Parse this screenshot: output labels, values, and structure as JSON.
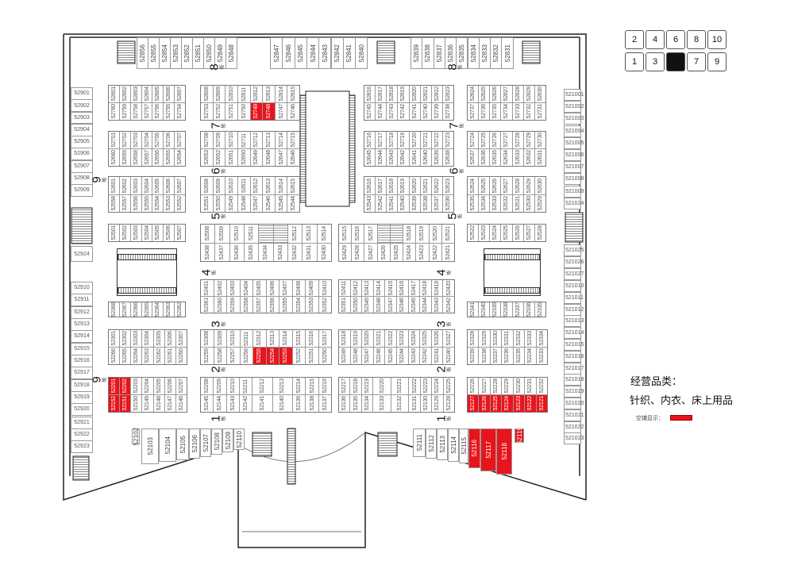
{
  "floor_selector": {
    "top": [
      "2",
      "4",
      "6",
      "8",
      "10"
    ],
    "bottom": [
      "1",
      "3",
      "5",
      "7",
      "9"
    ],
    "current": "5"
  },
  "street_suffix": "街",
  "streets": [
    "8",
    "7",
    "6",
    "5",
    "4",
    "3",
    "2",
    "1",
    "9"
  ],
  "legend": {
    "category_title": "经营品类：",
    "category": "针织、内衣、床上用品",
    "vacant_label": "空铺显示：",
    "vacant_color": "#e8141b"
  },
  "top_row": {
    "a": [
      "52856",
      "52855",
      "52854",
      "52853",
      "52852",
      "52851",
      "52850",
      "52849",
      "52848"
    ],
    "b": [
      "52847",
      "52846",
      "52845",
      "52844",
      "52843",
      "52842",
      "52841",
      "52840"
    ],
    "c": [
      "52839",
      "52838",
      "52837",
      "52836",
      "52835",
      "52834",
      "52833",
      "52832",
      "52831"
    ]
  },
  "blocks": {
    "A_L": {
      "top": [
        "52801",
        "52802",
        "52803",
        "52804",
        "52805",
        "52806",
        "52807"
      ],
      "bottom": [
        "52760",
        "52759",
        "52758",
        "52757",
        "52756",
        "52755",
        "52754"
      ]
    },
    "A_CL": {
      "top": [
        "52808",
        "52809",
        "52810",
        "52811",
        "52812",
        "52813",
        "52814",
        "52815"
      ],
      "bottom": [
        "52753",
        "52752",
        "52751",
        "52750",
        "52749",
        "52748",
        "52747",
        "52746"
      ]
    },
    "A_CR": {
      "top": [
        "52816",
        "52817",
        "52818",
        "52819",
        "52820",
        "52821",
        "52822",
        "52823"
      ],
      "bottom": [
        "52745",
        "52744",
        "52743",
        "52742",
        "52741",
        "52740",
        "52739",
        "52738"
      ]
    },
    "A_R": {
      "top": [
        "52824",
        "52825",
        "52826",
        "52827",
        "52828",
        "52829",
        "52830"
      ],
      "bottom": [
        "52737",
        "52736",
        "52735",
        "52734",
        "52733",
        "52732",
        "52731"
      ]
    },
    "B_L": {
      "top": [
        "52701",
        "52702",
        "52703",
        "52704",
        "52705",
        "52706",
        "52707"
      ],
      "bottom": [
        "52660",
        "52659",
        "52658",
        "52657",
        "52656",
        "52655",
        "52654"
      ]
    },
    "B_CL": {
      "top": [
        "52708",
        "52709",
        "52710",
        "52711",
        "52712",
        "52713",
        "52714",
        "52715"
      ],
      "bottom": [
        "52653",
        "52652",
        "52651",
        "52650",
        "52649",
        "52648",
        "52647",
        "52646"
      ]
    },
    "B_CR": {
      "top": [
        "52716",
        "52717",
        "52718",
        "52719",
        "52720",
        "52721",
        "52722",
        "52723"
      ],
      "bottom": [
        "52645",
        "52644",
        "52643",
        "52642",
        "52641",
        "52640",
        "52639",
        "52638"
      ]
    },
    "B_R": {
      "top": [
        "52724",
        "52725",
        "52726",
        "52727",
        "52728",
        "52729",
        "52730"
      ],
      "bottom": [
        "52637",
        "52636",
        "52635",
        "52634",
        "52633",
        "52632",
        "52631"
      ]
    },
    "C_L": {
      "top": [
        "52601",
        "52602",
        "52603",
        "52604",
        "52605",
        "52606",
        "52607"
      ],
      "bottom": [
        "52558",
        "52557",
        "52556",
        "52555",
        "52554",
        "52553",
        "52552"
      ]
    },
    "C_CL": {
      "top": [
        "52608",
        "52609",
        "52610",
        "52611",
        "52612",
        "52613",
        "52614",
        "52615"
      ],
      "bottom": [
        "52551",
        "52550",
        "52549",
        "52548",
        "52547",
        "52546",
        "52545",
        "52544"
      ]
    },
    "C_CR": {
      "top": [
        "52616",
        "52617",
        "52618",
        "52619",
        "52620",
        "52621",
        "52622",
        "52623"
      ],
      "bottom": [
        "52543",
        "52542",
        "52541",
        "52540",
        "52539",
        "52538",
        "52537",
        "52536"
      ]
    },
    "C_R": {
      "top": [
        "52624",
        "52625",
        "52626",
        "52627",
        "52628",
        "52629",
        "52630"
      ],
      "bottom": [
        "52535",
        "52534",
        "52533",
        "52532",
        "52531",
        "52530",
        "52529"
      ]
    },
    "D_L": {
      "top": [
        "52501",
        "52502",
        "52503",
        "52504",
        "52505",
        "52506",
        "52507"
      ]
    },
    "D_CL": {
      "top": [
        "52508",
        "52509",
        "52510",
        "52511",
        "",
        "",
        "52512",
        "52513",
        "52514"
      ],
      "bottom": [
        "52438",
        "52437",
        "52436",
        "52435",
        "52434",
        "52433",
        "52432",
        "52431",
        "52430"
      ]
    },
    "D_CR": {
      "top": [
        "52515",
        "52516",
        "52517",
        "",
        "",
        "52518",
        "52519",
        "52520",
        "52521"
      ],
      "bottom": [
        "52429",
        "52428",
        "52427",
        "52426",
        "52425",
        "52424",
        "52423",
        "52422",
        "52421"
      ]
    },
    "D_R": {
      "top": [
        "52522",
        "52523",
        "52524",
        "52525",
        "52526",
        "52527",
        "52528"
      ]
    },
    "E_L": {
      "top": [
        "52368",
        "52367",
        "52366",
        "52365",
        "52364",
        "52363",
        "52362"
      ]
    },
    "E_CL": {
      "top": [
        "52401",
        "52402",
        "52403",
        "52404",
        "52405",
        "52406",
        "52407",
        "52408",
        "52409",
        "52410"
      ],
      "bottom": [
        "52361",
        "52360",
        "52359",
        "52358",
        "52357",
        "52356",
        "52355",
        "52354",
        "52353",
        "52352"
      ]
    },
    "E_CR": {
      "top": [
        "52411",
        "52412",
        "52413",
        "52414",
        "52415",
        "52416",
        "52417",
        "52418",
        "52419",
        "52420"
      ],
      "bottom": [
        "52351",
        "52350",
        "52349",
        "52348",
        "52347",
        "52346",
        "52345",
        "52344",
        "52343",
        "52342"
      ]
    },
    "E_R": {
      "top": [
        "52341",
        "52340",
        "52339",
        "52338",
        "52337",
        "52336",
        "52335"
      ]
    },
    "F_L": {
      "top": [
        "52301",
        "52302",
        "52303",
        "52304",
        "52305",
        "52306",
        "52307"
      ],
      "bottom": [
        "52266",
        "52265",
        "52264",
        "52263",
        "52262",
        "52261",
        "52260"
      ]
    },
    "F_CL": {
      "top": [
        "52308",
        "52309",
        "52310",
        "52311",
        "52312",
        "52313",
        "52314",
        "52315",
        "52316",
        "52317"
      ],
      "bottom": [
        "52259",
        "52258",
        "52257",
        "52256",
        "52255",
        "52254",
        "52253",
        "52252",
        "52251",
        "52250"
      ]
    },
    "F_CR": {
      "top": [
        "52318",
        "52319",
        "52320",
        "52321",
        "52322",
        "52323",
        "52324",
        "52325",
        "52326",
        "52327"
      ],
      "bottom": [
        "52249",
        "52248",
        "52247",
        "52246",
        "52245",
        "52244",
        "52243",
        "52242",
        "52241",
        "52240"
      ]
    },
    "F_R": {
      "top": [
        "52328",
        "52329",
        "52330",
        "52331",
        "52332",
        "52333",
        "52334"
      ],
      "bottom": [
        "52239",
        "52238",
        "52237",
        "52236",
        "52235",
        "52234",
        "52233"
      ]
    },
    "G_L": {
      "top": [
        "52201",
        "52202",
        "52203",
        "52204",
        "52205",
        "52206",
        "52207"
      ],
      "bottom": [
        "52152",
        "52151",
        "52150",
        "52149",
        "52148",
        "52147",
        "52146"
      ]
    },
    "G_CL": {
      "top": [
        "52208",
        "52209",
        "52210",
        "52211",
        "52212",
        "52213",
        "52214",
        "52215",
        "52216"
      ],
      "bottom": [
        "52145",
        "52144",
        "52143",
        "52142",
        "52141",
        "52140",
        "52139",
        "52138",
        "52137"
      ]
    },
    "G_CR": {
      "top": [
        "52217",
        "52218",
        "52219",
        "52220",
        "52221",
        "52222",
        "52223",
        "52224",
        "52225"
      ],
      "bottom": [
        "52136",
        "52135",
        "52134",
        "52133",
        "52132",
        "52131",
        "52130",
        "52129",
        "52128"
      ]
    },
    "G_R": {
      "top": [
        "52226",
        "52227",
        "52228",
        "52229",
        "52230",
        "52231",
        "52232"
      ],
      "bottom": [
        "52127",
        "52126",
        "52125",
        "52124",
        "52123",
        "52122",
        "52121"
      ]
    }
  },
  "left_wall": [
    "52901",
    "52902",
    "52903",
    "52904",
    "52905",
    "52906",
    "52907",
    "52908",
    "52909",
    "52924",
    "52910",
    "52911",
    "52912",
    "52913",
    "52914",
    "52915",
    "52916",
    "52917",
    "52918",
    "52919",
    "52920",
    "52921",
    "52922",
    "52923"
  ],
  "right_wall": [
    "521001",
    "521002",
    "521003",
    "521004",
    "521005",
    "521006",
    "521007",
    "521008",
    "521009",
    "521024",
    "521025",
    "521026",
    "521027",
    "521010",
    "521011",
    "521012",
    "521013",
    "521014",
    "521015",
    "521016",
    "521017",
    "521018",
    "521019",
    "521020",
    "521021",
    "521022",
    "521023"
  ],
  "front_left": [
    "52102",
    "52103",
    "52104",
    "52105",
    "52106",
    "52107",
    "52108",
    "52109",
    "52110"
  ],
  "front_right": [
    "52111",
    "52112",
    "52113",
    "52114",
    "52115",
    "52116",
    "52117",
    "52118",
    "52119"
  ],
  "vacant": [
    "52749",
    "52748",
    "52255",
    "52254",
    "52253",
    "52201",
    "52202",
    "52152",
    "52151",
    "52127",
    "52126",
    "52125",
    "52124",
    "52123",
    "52122",
    "52121",
    "52116",
    "52117",
    "52118",
    "52119"
  ]
}
